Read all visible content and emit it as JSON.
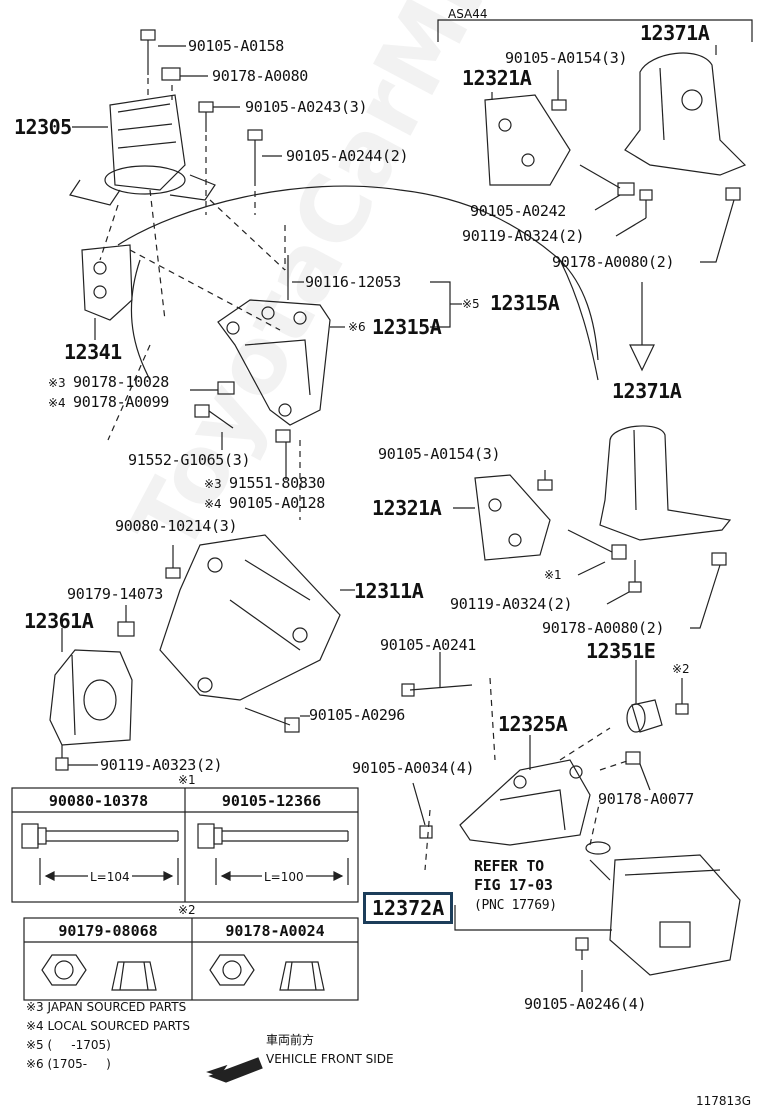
{
  "diagram": {
    "variant_label": "ASA44",
    "watermark": "ToyotaCarMirror",
    "figure_id": "117813G",
    "refer_box": {
      "line1": "REFER TO",
      "line2": "FIG 17-03",
      "line3": "(PNC 17769)"
    },
    "highlighted_part": "12372A",
    "parts": [
      "12305",
      "90105-A0158",
      "90178-A0080",
      "90105-A0243(3)",
      "90105-A0244(2)",
      "12341",
      "90116-12053",
      "12315A",
      "12315A",
      "90178-10028",
      "90178-A0099",
      "91552-G1065(3)",
      "91551-80830",
      "90105-A0128",
      "12371A",
      "12321A",
      "90105-A0154(3)",
      "90105-A0242",
      "90119-A0324(2)",
      "90178-A0080(2)",
      "12371A",
      "90105-A0154(3)",
      "12321A",
      "90119-A0324(2)",
      "90178-A0080(2)",
      "90080-10214(3)",
      "90179-14073",
      "12311A",
      "12361A",
      "90105-A0296",
      "90119-A0323(2)",
      "90105-A0241",
      "12351E",
      "12325A",
      "90105-A0034(4)",
      "90178-A0077",
      "90105-A0246(4)"
    ],
    "marks": {
      "m1": "※1",
      "m2": "※2",
      "m3": "※3",
      "m4": "※4",
      "m5": "※5",
      "m6": "※6"
    },
    "bolt_table": {
      "col1": {
        "part": "90080-10378",
        "length": "L=104"
      },
      "col2": {
        "part": "90105-12366",
        "length": "L=100"
      }
    },
    "nut_table": {
      "col1": {
        "part": "90179-08068"
      },
      "col2": {
        "part": "90178-A0024"
      }
    },
    "notes": [
      "※3 JAPAN SOURCED PARTS",
      "※4 LOCAL SOURCED PARTS",
      "※5 (     -1705)",
      "※6 (1705-     )"
    ],
    "direction": {
      "jp": "車両前方",
      "en": "VEHICLE FRONT SIDE"
    }
  }
}
